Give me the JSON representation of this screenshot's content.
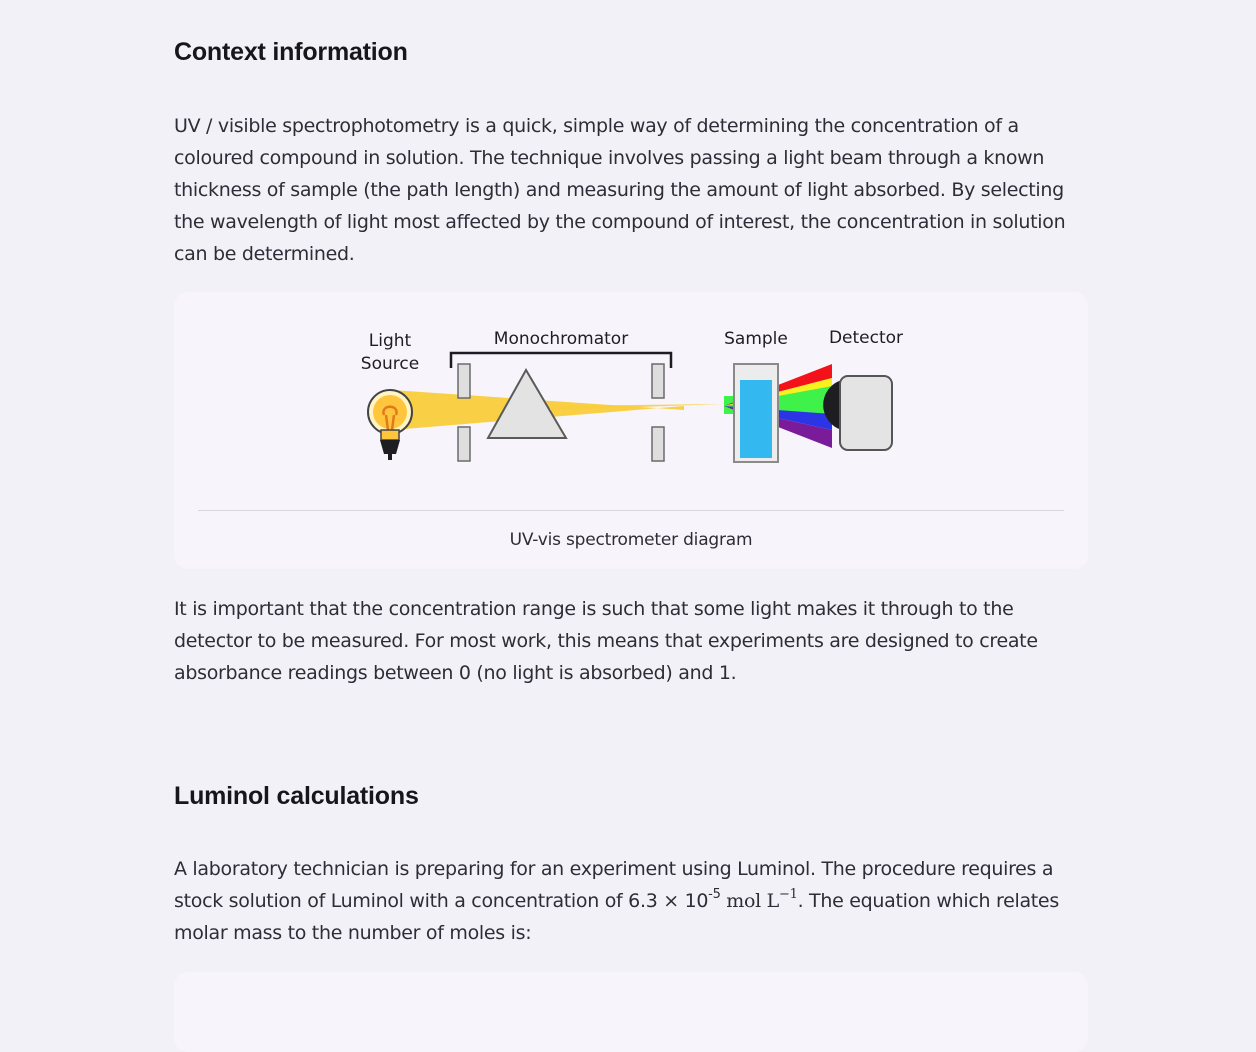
{
  "section_context": {
    "title": "Context information",
    "para1": "UV / visible spectrophotometry is a quick, simple way of determining the concentration of a coloured compound in solution. The technique involves passing a light beam through a known thickness of sample (the path length) and measuring the amount of light absorbed. By selecting the wavelength of light most affected by the compound of interest, the concentration in solution can be determined.",
    "figure": {
      "label_light_line1": "Light",
      "label_light_line2": "Source",
      "label_monochromator": "Monochromator",
      "label_sample": "Sample",
      "label_detector": "Detector",
      "caption": "UV-vis spectrometer diagram"
    },
    "para2": "It is important that the concentration range is such that some light makes it through to the detector to be measured. For most work, this means that experiments are designed to create absorbance readings between 0 (no light is absorbed) and 1."
  },
  "section_luminol": {
    "title": "Luminol calculations",
    "para_before": "A laboratory technician is preparing for an experiment using Luminol. The procedure requires a stock solution of Luminol with a concentration of 6.3 × 10",
    "exponent": "-5",
    "unit_mol": " mol L",
    "unit_exp": "−1",
    "para_after": ". The equation which relates molar mass to the number of moles is:"
  },
  "colors": {
    "background": "#f3f1f8",
    "card": "#f7f5fb",
    "beam_yellow": "#f9cc3c",
    "beam_green": "#3ef24a",
    "sample_blue": "#33b8ef"
  }
}
